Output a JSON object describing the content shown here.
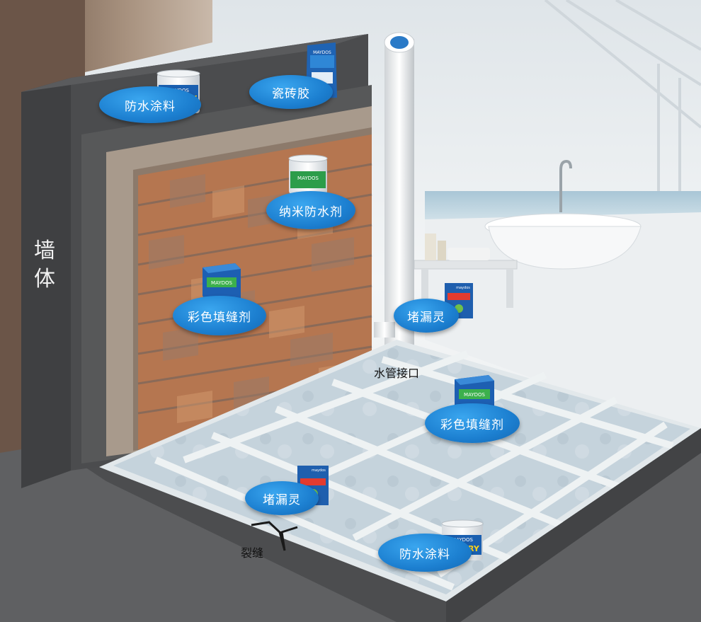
{
  "wall_label": [
    "墙",
    "体"
  ],
  "bubbles": {
    "waterproof_top": "防水涂料",
    "tile_adhesive": "瓷砖胶",
    "nano_waterproof": "纳米防水剂",
    "grout_wall": "彩色填缝剂",
    "leak_plug_pipe": "堵漏灵",
    "grout_floor": "彩色填缝剂",
    "leak_plug_floor": "堵漏灵",
    "waterproof_floor": "防水涂料"
  },
  "labels": {
    "pipe_joint": "水管接口",
    "crack": "裂缝"
  },
  "product_texts": {
    "brand": "MAYDOS",
    "slurry": "SLURRY",
    "mini_brand": "maydos"
  },
  "colors": {
    "bubble_blue": "#1c7fd0",
    "wall_dark": "#4a4b4d",
    "brick_orange": "#c07a4e",
    "floor_tile": "#c9d6de",
    "background_grey": "#5e5e5e"
  }
}
